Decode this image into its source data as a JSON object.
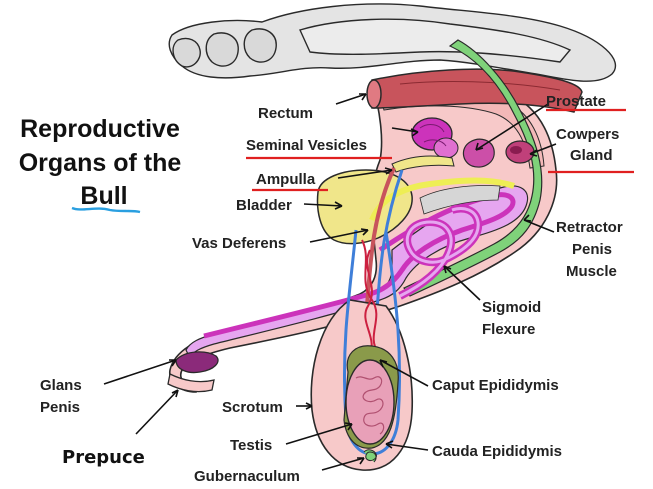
{
  "title": {
    "line1": "Reproductive",
    "line2": "Organs of the",
    "line3": "Bull"
  },
  "labels": {
    "rectum": "Rectum",
    "seminal_vesicles": "Seminal Vesicles",
    "ampulla": "Ampulla",
    "bladder": "Bladder",
    "vas_deferens": "Vas Deferens",
    "prostate": "Prostate",
    "cowpers_1": "Cowpers",
    "cowpers_2": "Gland",
    "retractor_1": "Retractor",
    "retractor_2": "Penis",
    "retractor_3": "Muscle",
    "sigmoid_1": "Sigmoid",
    "sigmoid_2": "Flexure",
    "glans_1": "Glans",
    "glans_2": "Penis",
    "prepuce": "Prepuce",
    "scrotum": "Scrotum",
    "testis": "Testis",
    "gubernaculum": "Gubernaculum",
    "caput": "Caput Epididymis",
    "cauda": "Cauda Epididymis"
  },
  "colors": {
    "body_pink": "#f7c9c9",
    "outline": "#2a2a2a",
    "bone": "#e3e3e3",
    "rectum_red": "#c8545c",
    "green_muscle": "#7fd27a",
    "penis_magenta": "#cc33bb",
    "penis_lilac": "#e6a6f0",
    "bladder_yellow": "#f0e68a",
    "urethra_yellow": "#eeee55",
    "vas_blue": "#3f7fd9",
    "testis_pink": "#e8a0b8",
    "epididymis_olive": "#8a9a4a",
    "underline_red": "#e02020",
    "underline_blue": "#2a9fe0"
  }
}
